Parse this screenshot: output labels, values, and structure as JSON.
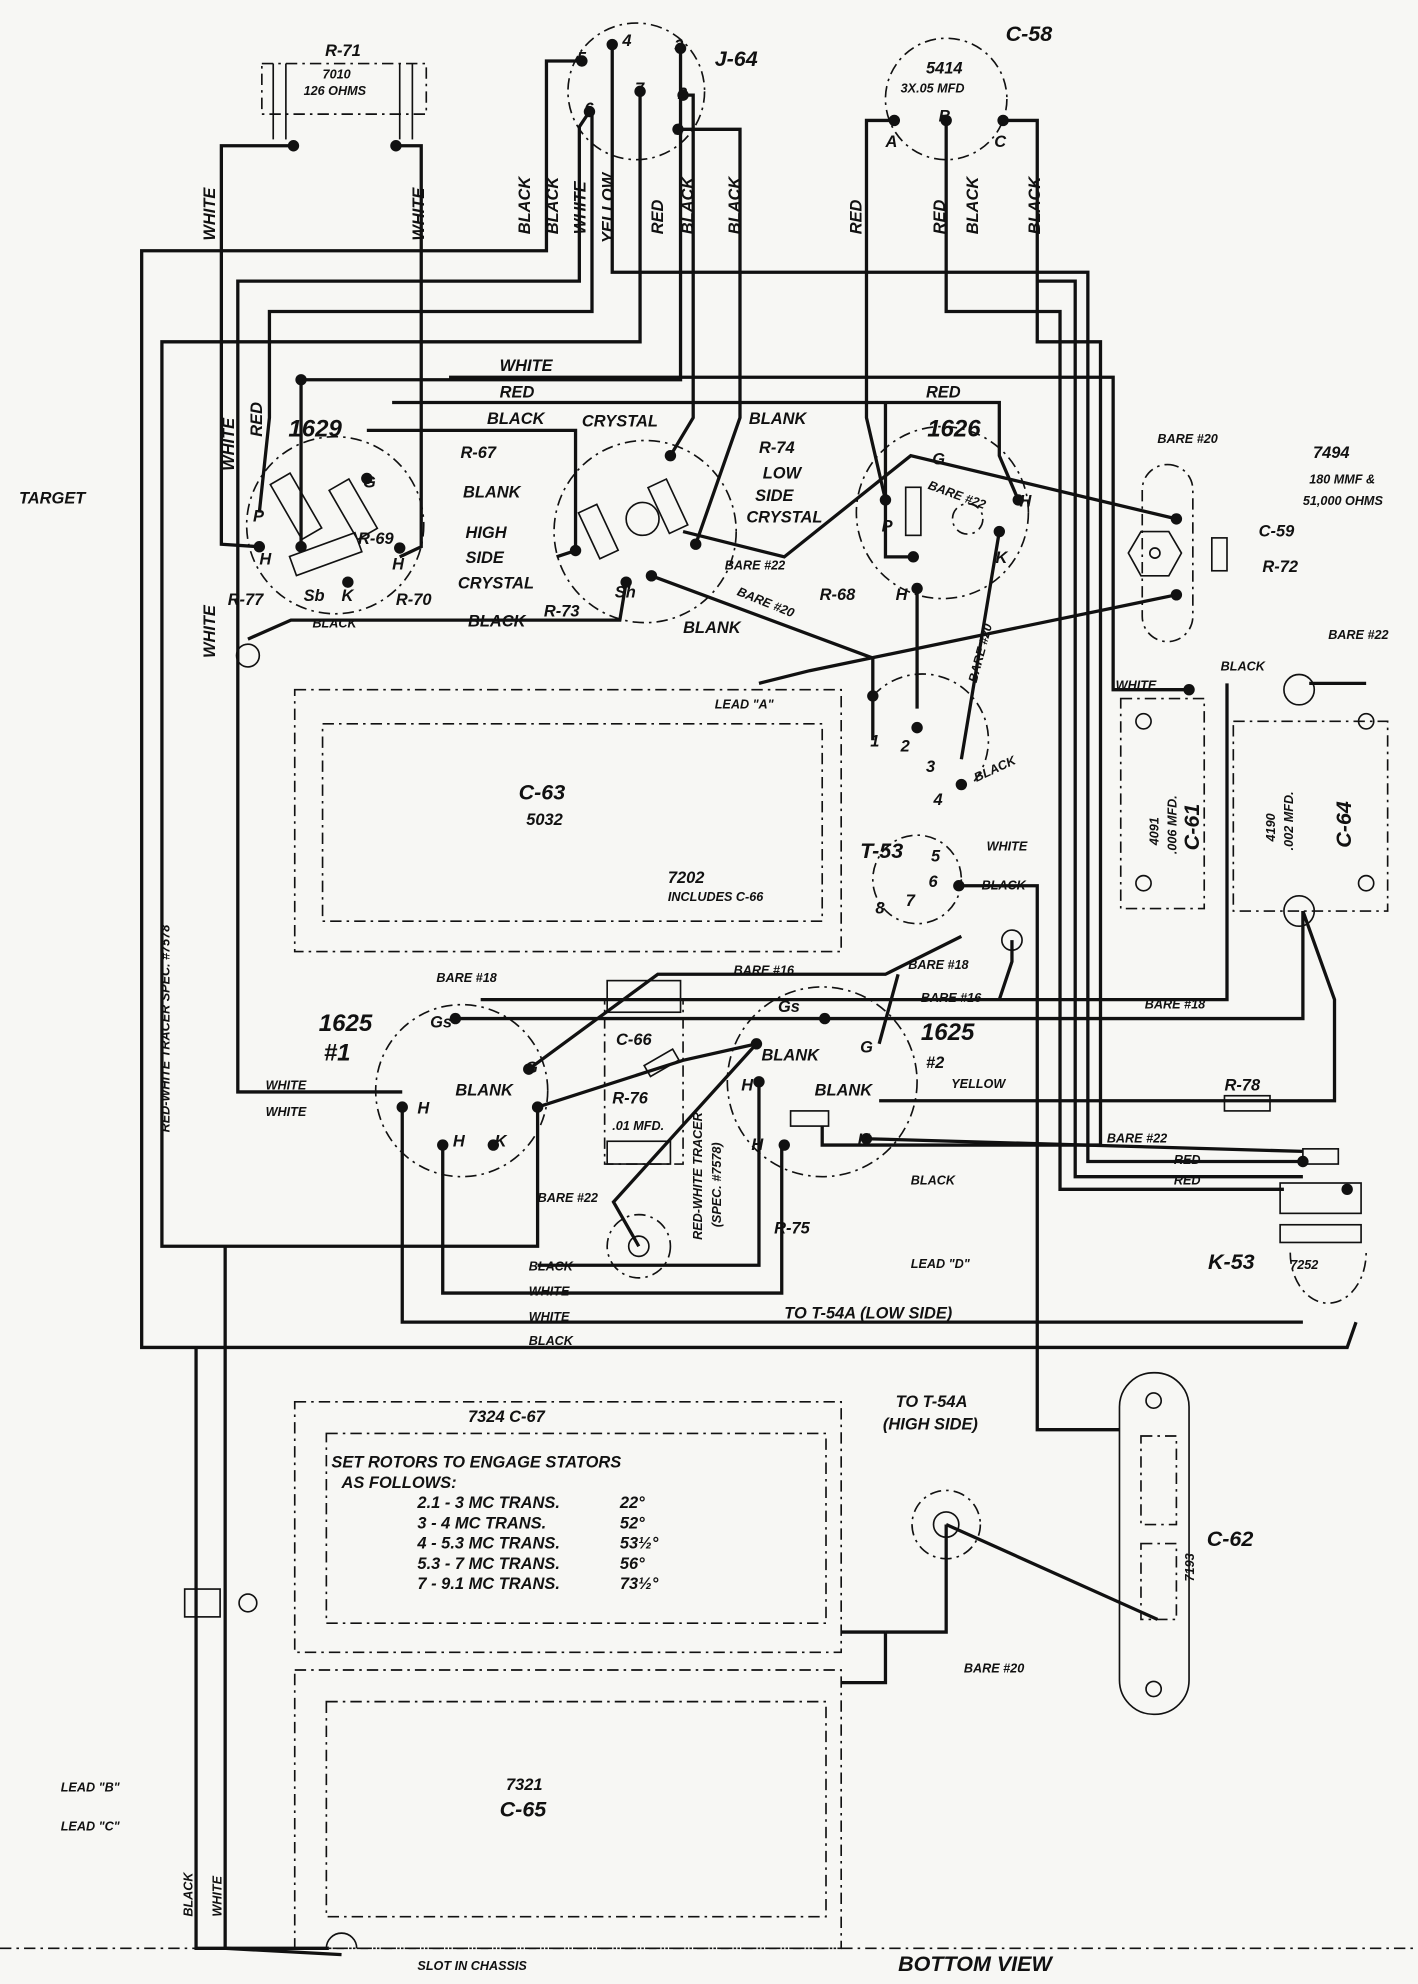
{
  "view_label": "BOTTOM VIEW",
  "components": {
    "r71": {
      "ref": "R-71",
      "part": "7010",
      "value": "126 OHMS"
    },
    "j64": {
      "ref": "J-64",
      "pins": [
        "1",
        "2",
        "3",
        "4",
        "5",
        "6",
        "7"
      ]
    },
    "c58": {
      "ref": "C-58",
      "part": "5414",
      "value": "3X.05 MFD",
      "pins": [
        "A",
        "B",
        "C"
      ]
    },
    "tube1629": {
      "type": "1629",
      "pins": [
        "G",
        "P",
        "H",
        "H",
        "K",
        "Sb"
      ]
    },
    "crystal": {
      "label": "CRYSTAL",
      "high_side": [
        "HIGH",
        "SIDE",
        "CRYSTAL"
      ],
      "low_side": [
        "LOW",
        "SIDE",
        "CRYSTAL"
      ],
      "pin": "Sh"
    },
    "tube1626": {
      "type": "1626",
      "pins": [
        "G",
        "P",
        "H",
        "H",
        "K"
      ]
    },
    "c59": {
      "ref": "C-59",
      "part": "7494",
      "value1": "180 MMF &",
      "value2": "51,000 OHMS"
    },
    "r72": {
      "ref": "R-72"
    },
    "c63": {
      "ref": "C-63",
      "part": "5032"
    },
    "t53": {
      "ref": "T-53",
      "pins": [
        "1",
        "2",
        "3",
        "4",
        "5",
        "6",
        "7",
        "8"
      ]
    },
    "c61": {
      "ref": "C-61",
      "part": "4091",
      "value": ".006 MFD."
    },
    "c64": {
      "ref": "C-64",
      "part": "4190",
      "value": ".002 MFD."
    },
    "c66": {
      "ref": "C-66",
      "part": "7202",
      "note": "INCLUDES C-66"
    },
    "tube1625_1": {
      "type": "1625",
      "num": "#1",
      "pins": [
        "Gs",
        "G",
        "H",
        "H",
        "K"
      ]
    },
    "tube1625_2": {
      "type": "1625",
      "num": "#2",
      "pins": [
        "Gs",
        "G",
        "H",
        "H",
        "K"
      ]
    },
    "r76": {
      "ref": "R-76",
      "value": ".01 MFD."
    },
    "r75": {
      "ref": "R-75"
    },
    "r78": {
      "ref": "R-78"
    },
    "k53": {
      "ref": "K-53",
      "part": "7252"
    },
    "c67": {
      "ref": "7324  C-67"
    },
    "c65": {
      "ref": "C-65",
      "part": "7321"
    },
    "c62": {
      "ref": "C-62",
      "part": "7193"
    },
    "resistors": {
      "r67": "R-67",
      "r69": "R-69",
      "r70": "R-70",
      "r77": "R-77",
      "r73": "R-73",
      "r74": "R-74",
      "r68": "R-68"
    }
  },
  "rotor_note": {
    "heading1": "SET ROTORS TO ENGAGE STATORS",
    "heading2": "AS FOLLOWS:",
    "rows": [
      {
        "range": "2.1 - 3 MC TRANS.",
        "angle": "22°"
      },
      {
        "range": "3 - 4 MC TRANS.",
        "angle": "52°"
      },
      {
        "range": "4 - 5.3 MC TRANS.",
        "angle": "53½°"
      },
      {
        "range": "5.3 - 7 MC TRANS.",
        "angle": "56°"
      },
      {
        "range": "7 - 9.1 MC TRANS.",
        "angle": "73½°"
      }
    ]
  },
  "labels": {
    "white": "WHITE",
    "black": "BLACK",
    "red": "RED",
    "yellow": "YELLOW",
    "blank": "BLANK",
    "target": "TARGET",
    "bare20": "BARE #20",
    "bare22": "BARE #22",
    "bare18": "BARE #18",
    "bare16": "BARE #16",
    "lead_a": "LEAD \"A\"",
    "lead_b": "LEAD \"B\"",
    "lead_c": "LEAD \"C\"",
    "lead_d": "LEAD \"D\"",
    "tracer": "RED-WHITE TRACER   SPEC. #7578",
    "tracer2": "RED-WHITE TRACER",
    "tracer2_spec": "(SPEC. #7578)",
    "to_low": "TO T-54A (LOW SIDE)",
    "to_high1": "TO T-54A",
    "to_high2": "(HIGH SIDE)",
    "slot": "SLOT IN CHASSIS"
  }
}
